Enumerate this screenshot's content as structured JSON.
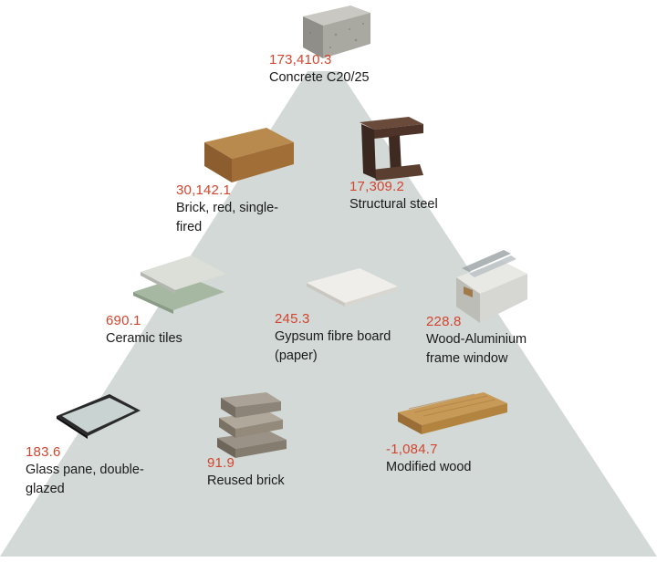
{
  "colors": {
    "pyramid_fill": "#d3d9d7",
    "value_text": "#d2452f",
    "label_text": "#1a1a1a"
  },
  "materials": [
    {
      "key": "concrete",
      "value": "173,410.3",
      "label": "Concrete C20/25",
      "icon": "concrete-block-icon"
    },
    {
      "key": "brick",
      "value": "30,142.1",
      "label": "Brick, red, single-\nfired",
      "icon": "red-brick-icon"
    },
    {
      "key": "steel",
      "value": "17,309.2",
      "label": "Structural steel",
      "icon": "steel-beam-icon"
    },
    {
      "key": "tiles",
      "value": "690.1",
      "label": "Ceramic tiles",
      "icon": "ceramic-tiles-icon"
    },
    {
      "key": "gypsum",
      "value": "245.3",
      "label": "Gypsum fibre board\n(paper)",
      "icon": "gypsum-board-icon"
    },
    {
      "key": "window",
      "value": "228.8",
      "label": "Wood-Aluminium\nframe window",
      "icon": "window-frame-icon"
    },
    {
      "key": "glass",
      "value": "183.6",
      "label": "Glass pane, double-\nglazed",
      "icon": "glass-pane-icon"
    },
    {
      "key": "reused",
      "value": "91.9",
      "label": "Reused brick",
      "icon": "reused-brick-icon"
    },
    {
      "key": "wood",
      "value": "-1,084.7",
      "label": "Modified wood",
      "icon": "modified-wood-icon"
    }
  ]
}
